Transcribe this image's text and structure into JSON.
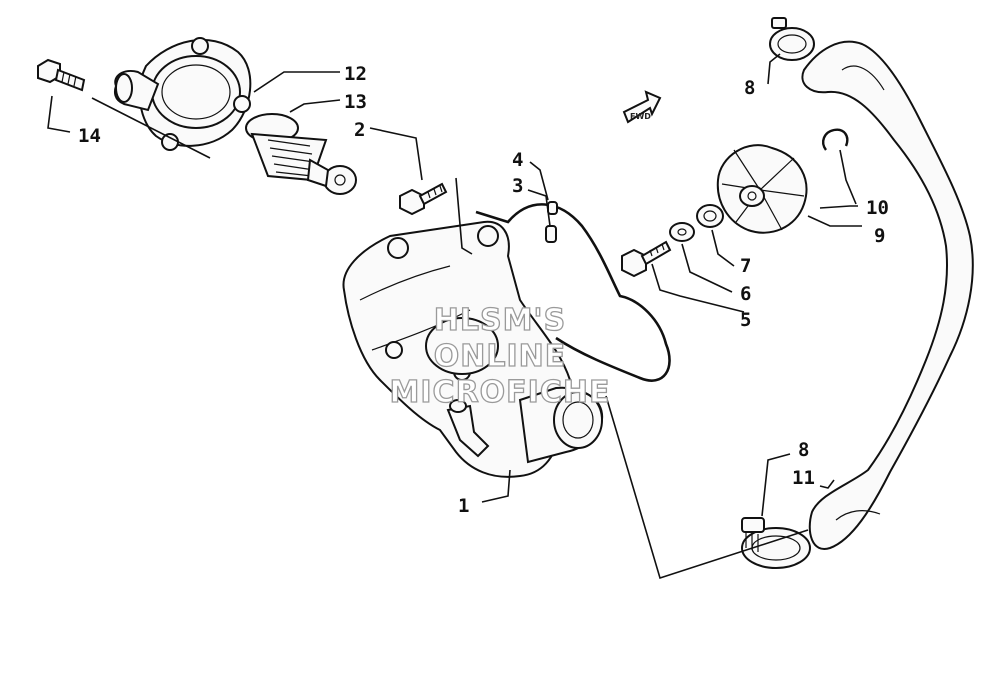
{
  "callouts": {
    "c1": "1",
    "c2": "2",
    "c3": "3",
    "c4": "4",
    "c5": "5",
    "c6": "6",
    "c7": "7",
    "c8a": "8",
    "c8b": "8",
    "c9": "9",
    "c10": "10",
    "c11": "11",
    "c12": "12",
    "c13": "13",
    "c14": "14"
  },
  "watermark": {
    "line1": "HLSM'S",
    "line2": "ONLINE",
    "line3": "MICROFICHE"
  },
  "fwd_label": "FWD"
}
